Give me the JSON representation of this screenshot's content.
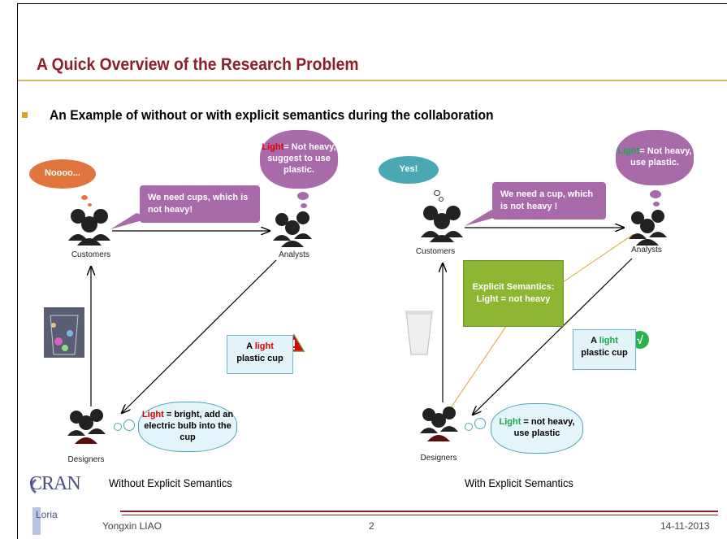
{
  "slide": {
    "title": "A Quick Overview of the Research Problem",
    "bullet": "An Example of without or with explicit semantics during the collaboration"
  },
  "left": {
    "customers_thought": "Noooo...",
    "customers_label": "Customers",
    "analysts_label": "Analysts",
    "designers_label": "Designers",
    "request": "We need cups, which is not heavy!",
    "analyst_thought_word": "Light",
    "analyst_thought_rest": "= Not heavy, suggest to use plastic.",
    "note_prefix": "A ",
    "note_word": "light",
    "note_rest": "plastic cup",
    "designer_thought_word": "Light",
    "designer_thought_rest": " = bright, add an electric bulb into  the cup",
    "caption": "Without Explicit Semantics"
  },
  "right": {
    "customers_thought": "Yes!",
    "customers_label": "Customers",
    "analysts_label": "Analysts",
    "designers_label": "Designers",
    "request": "We need a cup, which is not heavy !",
    "analyst_thought_word": "Light",
    "analyst_thought_rest": "= Not heavy, use plastic.",
    "semantics_line1": "Explicit Semantics:",
    "semantics_line2": "Light = not heavy",
    "note_prefix": "A ",
    "note_word": "light",
    "note_rest": "plastic cup",
    "check": "√",
    "designer_thought_word": "Light",
    "designer_thought_rest": " = not heavy, use plastic",
    "caption": "With Explicit Semantics"
  },
  "footer": {
    "author": "Yongxin LIAO",
    "page": "2",
    "date": "14-11-2013",
    "logo_cran": "CRAN",
    "logo_loria": "Loria"
  },
  "colors": {
    "title": "#8b1f2c",
    "orange_cloud": "#e2743d",
    "purple": "#a86aa9",
    "teal": "#4aa8b4",
    "green_box": "#8db732",
    "warning": "#e20000",
    "ok": "#1aa74a"
  }
}
